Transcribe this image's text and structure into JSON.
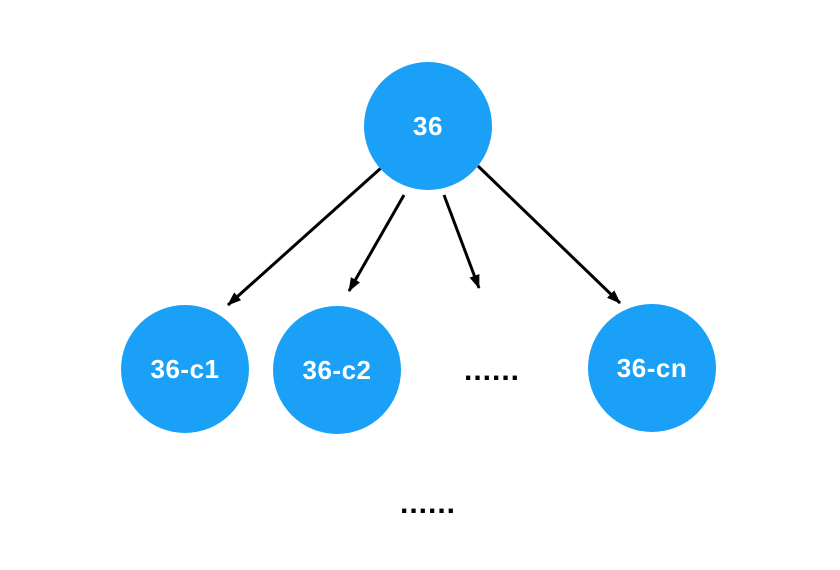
{
  "diagram": {
    "background_color": "#ffffff",
    "node_fill_color": "#1aa0f6",
    "node_text_color": "#ffffff",
    "edge_color": "#000000",
    "ellipsis_color": "#000000",
    "root": {
      "label": "36"
    },
    "children": [
      {
        "label": "36-c1"
      },
      {
        "label": "36-c2"
      },
      {
        "label": "36-cn"
      }
    ],
    "sibling_ellipsis": "......",
    "bottom_ellipsis": "......"
  }
}
